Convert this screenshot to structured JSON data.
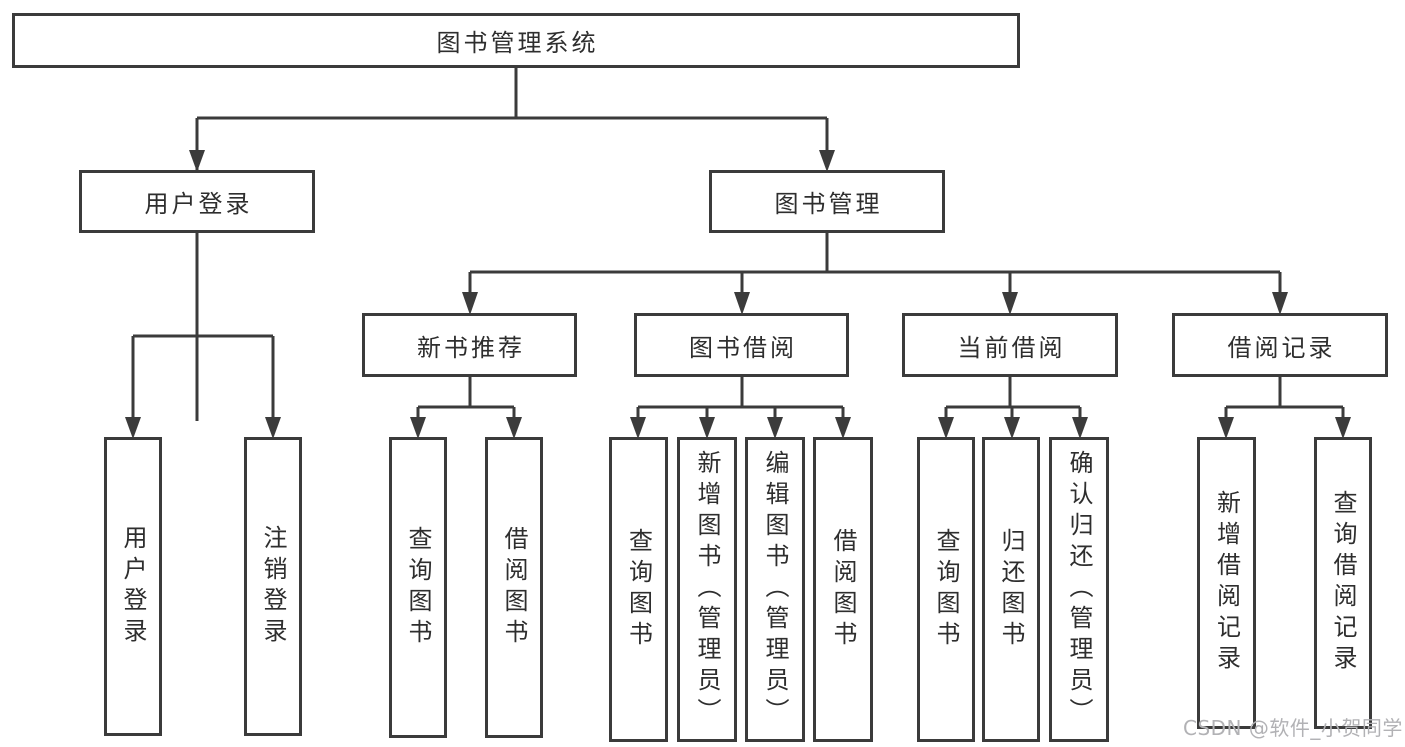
{
  "diagram_type": "tree",
  "colors": {
    "line": "#3b3b3b",
    "box_border": "#3b3b3b",
    "box_fill": "#ffffff",
    "text": "#2e2e2e",
    "watermark": "#b2b2b5",
    "background": "#ffffff"
  },
  "tree": {
    "root": {
      "label": "图书管理系统",
      "children": [
        {
          "label": "用户登录",
          "children": [
            {
              "label": "用户登录"
            },
            {
              "label": "注销登录"
            }
          ]
        },
        {
          "label": "图书管理",
          "children": [
            {
              "label": "新书推荐",
              "children": [
                {
                  "label": "查询图书"
                },
                {
                  "label": "借阅图书"
                }
              ]
            },
            {
              "label": "图书借阅",
              "children": [
                {
                  "label": "查询图书"
                },
                {
                  "label": "新增图书（管理员）"
                },
                {
                  "label": "编辑图书（管理员）"
                },
                {
                  "label": "借阅图书"
                }
              ]
            },
            {
              "label": "当前借阅",
              "children": [
                {
                  "label": "查询图书"
                },
                {
                  "label": "归还图书"
                },
                {
                  "label": "确认归还（管理员）"
                }
              ]
            },
            {
              "label": "借阅记录",
              "children": [
                {
                  "label": "新增借阅记录"
                },
                {
                  "label": "查询借阅记录"
                }
              ]
            }
          ]
        }
      ]
    }
  },
  "watermark": {
    "text": "CSDN @软件_小贺同学"
  }
}
